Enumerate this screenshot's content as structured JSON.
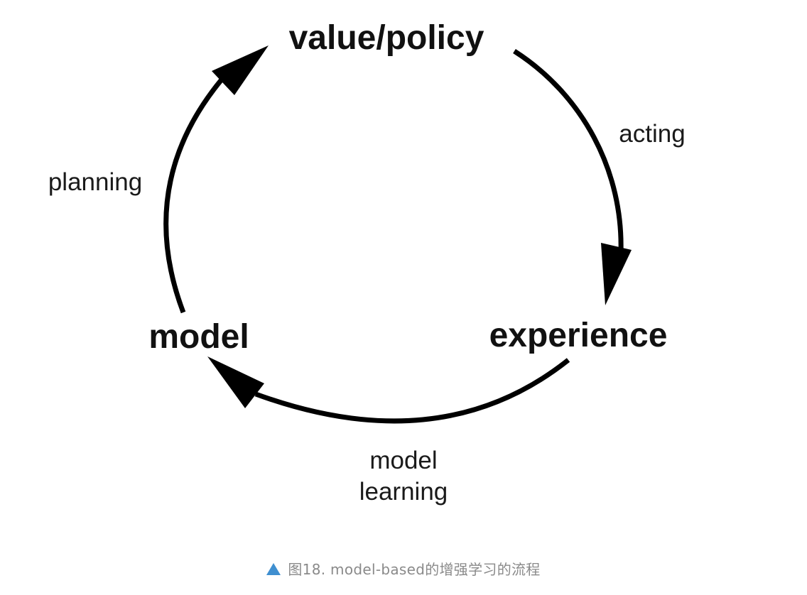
{
  "diagram": {
    "nodes": {
      "value_policy": "value/policy",
      "experience": "experience",
      "model": "model"
    },
    "edges": {
      "acting": "acting",
      "planning": "planning",
      "model_learning_line1": "model",
      "model_learning_line2": "learning"
    },
    "caption": "图18. model-based的增强学习的流程",
    "caption_icon": "triangle-up-icon",
    "colors": {
      "stroke": "#000000",
      "caption_text": "#8a8a8a",
      "caption_icon": "#3f8fd0"
    }
  }
}
